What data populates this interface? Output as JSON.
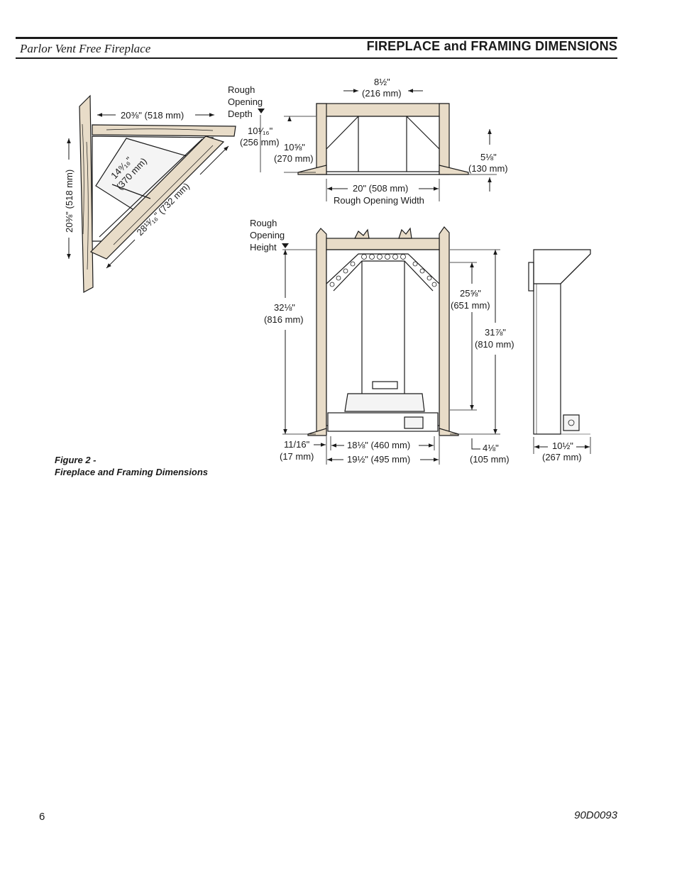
{
  "header": {
    "left_title": "Parlor Vent Free Fireplace",
    "right_title": "FIREPLACE and FRAMING DIMENSIONS"
  },
  "figure": {
    "caption_line1": "Figure 2 -",
    "caption_line2": "Fireplace and Framing Dimensions",
    "corner_view": {
      "top_width": "20⅜\" (518 mm)",
      "side_height": "20⅜\" (518 mm)",
      "inner": "14⁹⁄₁₆\"",
      "inner_mm": "(370 mm)",
      "diagonal": "28¹³⁄₁₆\" (732 mm)"
    },
    "top_view": {
      "rough_depth_l1": "Rough",
      "rough_depth_l2": "Opening",
      "rough_depth_l3": "Depth",
      "top_dim": "8½\"",
      "top_dim_mm": "(216 mm)",
      "depth1": "10¹⁄₁₆\"",
      "depth1_mm": "(256 mm)",
      "depth2": "10⅝\"",
      "depth2_mm": "(270 mm)",
      "right_dim": "5⅛\"",
      "right_dim_mm": "(130 mm)",
      "width_dim": "20\" (508 mm)",
      "width_label": "Rough Opening Width"
    },
    "front_view": {
      "rough_height_l1": "Rough",
      "rough_height_l2": "Opening",
      "rough_height_l3": "Height",
      "height1": "32⅛\"",
      "height1_mm": "(816 mm)",
      "inner_h": "25⅝\"",
      "inner_h_mm": "(651 mm)",
      "outer_h": "31⅞\"",
      "outer_h_mm": "(810 mm)",
      "offset": "11/16\"",
      "offset_mm": "(17 mm)",
      "base_inner": "18⅛\" (460 mm)",
      "base_outer": "19½\" (495 mm)",
      "foot": "4⅛\"",
      "foot_mm": "(105 mm)"
    },
    "side_view": {
      "depth": "10½\"",
      "depth_mm": "(267 mm)"
    }
  },
  "footer": {
    "page_number": "6",
    "doc_number": "90D0093"
  }
}
